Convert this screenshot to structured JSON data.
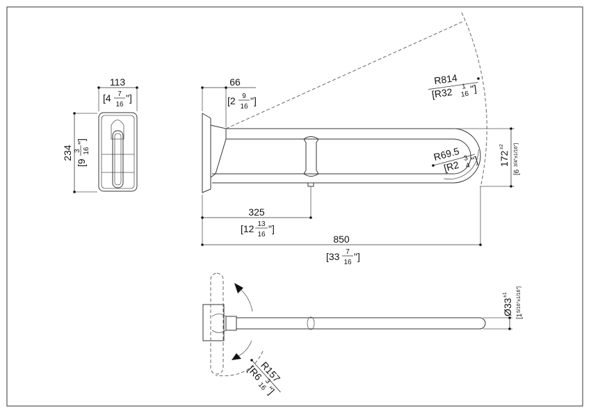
{
  "front_view": {
    "width_mm": "113",
    "width_in_whole": "[4",
    "width_in_num": "7",
    "width_in_den": "16",
    "width_in_close": "\"]",
    "height_mm": "234",
    "height_in_whole": "[9",
    "height_in_num": "3",
    "height_in_den": "16",
    "height_in_close": "\"]"
  },
  "side_view": {
    "plate_mm": "66",
    "plate_in_whole": "[2",
    "plate_in_num": "9",
    "plate_in_den": "16",
    "plate_in_close": "\"]",
    "swing_radius_mm": "R814",
    "swing_radius_in_whole": "[R32",
    "swing_radius_in_num": "1",
    "swing_radius_in_den": "16",
    "swing_radius_in_close": "\"]",
    "bend_radius_mm": "R69.5",
    "bend_radius_in_whole": "[R2",
    "bend_radius_in_num": "3",
    "bend_radius_in_den": "4",
    "bend_radius_in_close": "\"]",
    "height_mm": "172",
    "height_tol": "±2",
    "height_in": "[6",
    "height_in_frac": "3/4\"±1/16\"]",
    "support_mm": "325",
    "support_in_whole": "[12",
    "support_in_num": "13",
    "support_in_den": "16",
    "support_in_close": "\"]",
    "length_mm": "850",
    "length_in_whole": "[33",
    "length_in_num": "7",
    "length_in_den": "16",
    "length_in_close": "\"]"
  },
  "top_view": {
    "diameter_mm": "Ø33",
    "diameter_tol": "±1",
    "diameter_in": "[1",
    "diameter_in_frac": "5/16\"±1/16\"]",
    "radius_mm": "R157",
    "radius_in_whole": "[R6",
    "radius_in_num": "3",
    "radius_in_den": "16",
    "radius_in_close": "\"]"
  }
}
